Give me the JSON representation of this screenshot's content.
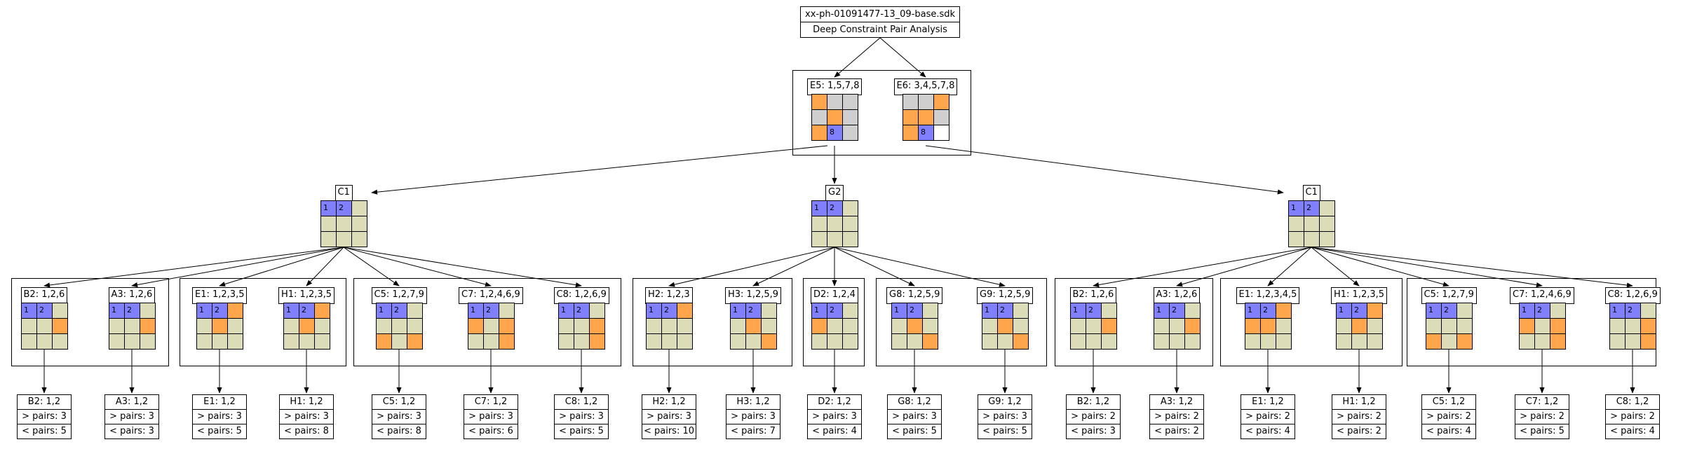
{
  "palette": {
    "grey": "#cfcfcf",
    "orange": "#ffa64d",
    "blue": "#8080ff",
    "beige": "#dcdcb8",
    "white": "#ffffff"
  },
  "root": {
    "file": "xx-ph-01091477-13_09-base.sdk",
    "subtitle": "Deep Constraint Pair Analysis"
  },
  "pair_group": [
    {
      "label": "E5: 1,5,7,8",
      "cells": [
        "o",
        "g",
        "g",
        "g",
        "o",
        "g",
        "o",
        "b:8",
        "g"
      ]
    },
    {
      "label": "E6: 3,4,5,7,8",
      "cells": [
        "g",
        "g",
        "o",
        "o",
        "o",
        "g",
        "o",
        "b:8",
        "w"
      ]
    }
  ],
  "mids": [
    {
      "label": "C1",
      "cells": [
        "b:1",
        "b:2",
        "y",
        "y",
        "y",
        "y",
        "y",
        "y",
        "y"
      ]
    },
    {
      "label": "G2",
      "cells": [
        "b:1",
        "b:2",
        "y",
        "y",
        "y",
        "y",
        "y",
        "y",
        "y"
      ]
    },
    {
      "label": "C1",
      "cells": [
        "b:1",
        "b:2",
        "y",
        "y",
        "y",
        "y",
        "y",
        "y",
        "y"
      ]
    }
  ],
  "clusters": [
    {
      "mid": 0,
      "children": [
        {
          "label": "B2: 1,2,6",
          "cells": [
            "b:1",
            "b:2",
            "y",
            "y",
            "y",
            "o",
            "y",
            "y",
            "y"
          ],
          "leaf": [
            "B2: 1,2",
            "> pairs: 3",
            "< pairs: 5"
          ]
        },
        {
          "label": "A3: 1,2,6",
          "cells": [
            "b:1",
            "b:2",
            "y",
            "y",
            "y",
            "o",
            "y",
            "y",
            "y"
          ],
          "leaf": [
            "A3: 1,2",
            "> pairs: 3",
            "< pairs: 3"
          ]
        }
      ]
    },
    {
      "mid": 0,
      "children": [
        {
          "label": "E1: 1,2,3,5",
          "cells": [
            "b:1",
            "b:2",
            "o",
            "y",
            "o",
            "y",
            "y",
            "y",
            "y"
          ],
          "leaf": [
            "E1: 1,2",
            "> pairs: 3",
            "< pairs: 5"
          ]
        },
        {
          "label": "H1: 1,2,3,5",
          "cells": [
            "b:1",
            "b:2",
            "o",
            "y",
            "o",
            "y",
            "y",
            "y",
            "y"
          ],
          "leaf": [
            "H1: 1,2",
            "> pairs: 3",
            "< pairs: 8"
          ]
        }
      ]
    },
    {
      "mid": 0,
      "children": [
        {
          "label": "C5: 1,2,7,9",
          "cells": [
            "b:1",
            "b:2",
            "y",
            "y",
            "y",
            "y",
            "o",
            "y",
            "o"
          ],
          "leaf": [
            "C5: 1,2",
            "> pairs: 3",
            "< pairs: 8"
          ]
        },
        {
          "label": "C7: 1,2,4,6,9",
          "cells": [
            "b:1",
            "b:2",
            "y",
            "o",
            "y",
            "o",
            "y",
            "y",
            "o"
          ],
          "leaf": [
            "C7: 1,2",
            "> pairs: 3",
            "< pairs: 6"
          ]
        },
        {
          "label": "C8: 1,2,6,9",
          "cells": [
            "b:1",
            "b:2",
            "y",
            "y",
            "y",
            "o",
            "y",
            "y",
            "o"
          ],
          "leaf": [
            "C8: 1,2",
            "> pairs: 3",
            "< pairs: 5"
          ]
        }
      ]
    },
    {
      "mid": 1,
      "children": [
        {
          "label": "H2: 1,2,3",
          "cells": [
            "b:1",
            "b:2",
            "o",
            "y",
            "y",
            "y",
            "y",
            "y",
            "y"
          ],
          "leaf": [
            "H2: 1,2",
            "> pairs: 3",
            "< pairs: 10"
          ]
        },
        {
          "label": "H3: 1,2,5,9",
          "cells": [
            "b:1",
            "b:2",
            "y",
            "y",
            "o",
            "y",
            "y",
            "y",
            "o"
          ],
          "leaf": [
            "H3: 1,2",
            "> pairs: 3",
            "< pairs: 7"
          ]
        }
      ]
    },
    {
      "mid": 1,
      "children": [
        {
          "label": "D2: 1,2,4",
          "cells": [
            "b:1",
            "b:2",
            "y",
            "o",
            "y",
            "y",
            "y",
            "y",
            "y"
          ],
          "leaf": [
            "D2: 1,2",
            "> pairs: 3",
            "< pairs: 4"
          ]
        }
      ]
    },
    {
      "mid": 1,
      "children": [
        {
          "label": "G8: 1,2,5,9",
          "cells": [
            "b:1",
            "b:2",
            "y",
            "y",
            "o",
            "y",
            "y",
            "y",
            "o"
          ],
          "leaf": [
            "G8: 1,2",
            "> pairs: 3",
            "< pairs: 5"
          ]
        },
        {
          "label": "G9: 1,2,5,9",
          "cells": [
            "b:1",
            "b:2",
            "y",
            "y",
            "o",
            "y",
            "y",
            "y",
            "o"
          ],
          "leaf": [
            "G9: 1,2",
            "> pairs: 3",
            "< pairs: 5"
          ]
        }
      ]
    },
    {
      "mid": 2,
      "children": [
        {
          "label": "B2: 1,2,6",
          "cells": [
            "b:1",
            "b:2",
            "y",
            "y",
            "y",
            "o",
            "y",
            "y",
            "y"
          ],
          "leaf": [
            "B2: 1,2",
            "> pairs: 2",
            "< pairs: 3"
          ]
        },
        {
          "label": "A3: 1,2,6",
          "cells": [
            "b:1",
            "b:2",
            "y",
            "y",
            "y",
            "o",
            "y",
            "y",
            "y"
          ],
          "leaf": [
            "A3: 1,2",
            "> pairs: 2",
            "< pairs: 2"
          ]
        }
      ]
    },
    {
      "mid": 2,
      "children": [
        {
          "label": "E1: 1,2,3,4,5",
          "cells": [
            "b:1",
            "b:2",
            "o",
            "o",
            "o",
            "y",
            "y",
            "y",
            "y"
          ],
          "leaf": [
            "E1: 1,2",
            "> pairs: 2",
            "< pairs: 4"
          ]
        },
        {
          "label": "H1: 1,2,3,5",
          "cells": [
            "b:1",
            "b:2",
            "o",
            "y",
            "o",
            "y",
            "y",
            "y",
            "y"
          ],
          "leaf": [
            "H1: 1,2",
            "> pairs: 2",
            "< pairs: 2"
          ]
        }
      ]
    },
    {
      "mid": 2,
      "children": [
        {
          "label": "C5: 1,2,7,9",
          "cells": [
            "b:1",
            "b:2",
            "y",
            "y",
            "y",
            "y",
            "o",
            "y",
            "o"
          ],
          "leaf": [
            "C5: 1,2",
            "> pairs: 2",
            "< pairs: 4"
          ]
        },
        {
          "label": "C7: 1,2,4,6,9",
          "cells": [
            "b:1",
            "b:2",
            "y",
            "o",
            "y",
            "o",
            "y",
            "y",
            "o"
          ],
          "leaf": [
            "C7: 1,2",
            "> pairs: 2",
            "< pairs: 5"
          ]
        },
        {
          "label": "C8: 1,2,6,9",
          "cells": [
            "b:1",
            "b:2",
            "y",
            "y",
            "y",
            "o",
            "y",
            "y",
            "o"
          ],
          "leaf": [
            "C8: 1,2",
            "> pairs: 2",
            "< pairs: 4"
          ]
        }
      ]
    }
  ]
}
